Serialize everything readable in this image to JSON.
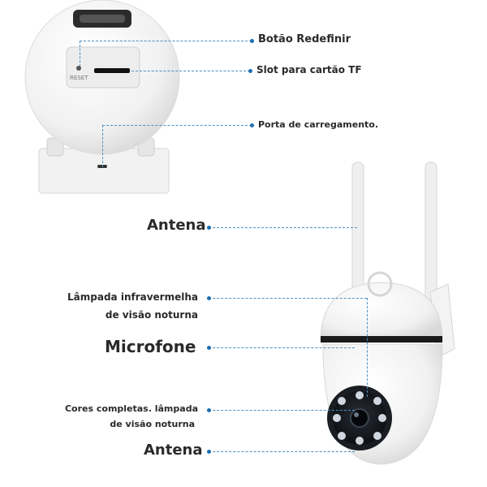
{
  "callouts": {
    "reset_button": "Botão Redefinir",
    "tf_slot": "Slot para cartão TF",
    "charging_port": "Porta de carregamento.",
    "antenna_top": "Antena",
    "ir_lamp_line1": "Lâmpada infravermelha",
    "ir_lamp_line2": "de visão noturna",
    "microphone": "Microfone",
    "color_lamp_line1": "Cores completas. lâmpada",
    "color_lamp_line2": "de visão noturna",
    "antenna_bottom": "Antena"
  },
  "device": {
    "reset_port_text": "RESET"
  }
}
